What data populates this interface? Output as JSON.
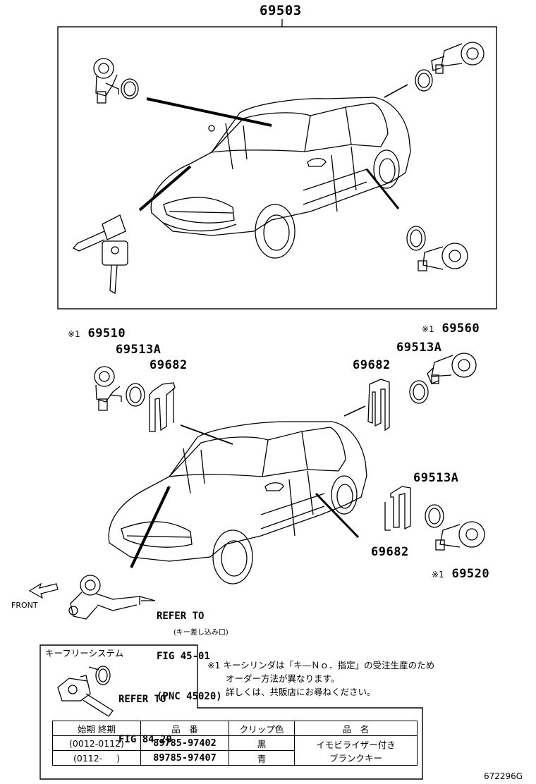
{
  "diagram": {
    "top_part_number": "69503",
    "callouts": {
      "c69510": "69510",
      "c69510_mark": "※1",
      "c69513A_left": "69513A",
      "c69682_left": "69682",
      "c69682_right": "69682",
      "c69513A_right": "69513A",
      "c69560": "69560",
      "c69560_mark": "※1",
      "c69513A_lower": "69513A",
      "c69682_lower": "69682",
      "c69520": "69520",
      "c69520_mark": "※1"
    },
    "front_label": "FRONT",
    "refer1": {
      "line1": "REFER TO",
      "line2": "FIG 45-01",
      "line3": "(PNC 45020)",
      "sub": "(キー差し込み口)"
    },
    "keyless": {
      "title": "キーフリーシステム",
      "line1": "REFER TO",
      "line2": "FIG 84-20"
    },
    "note": {
      "mark": "※1",
      "line1": "キーシリンダは「キ―Ｎｏ．指定」の受注生産のため",
      "line2": "オーダー方法が異なります。",
      "line3": "詳しくは、共販店にお尋ねください。"
    },
    "table": {
      "headers": [
        "始期  終期",
        "品　番",
        "クリップ色",
        "品　名"
      ],
      "rows": [
        {
          "period": "(0012-0112)",
          "part": "89785-97402",
          "clip": "黒"
        },
        {
          "period": "(0112-     )",
          "part": "89785-97407",
          "clip": "青"
        }
      ],
      "name_line1": "イモビライザー付き",
      "name_line2": "ブランクキー"
    },
    "figure_code": "672296G"
  }
}
